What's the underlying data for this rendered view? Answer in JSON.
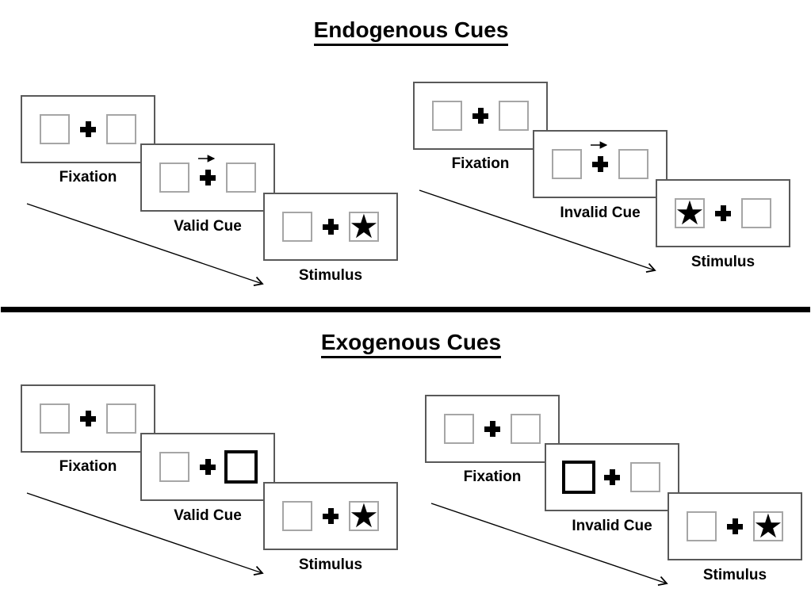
{
  "colors": {
    "background": "#ffffff",
    "text": "#000000",
    "card_border": "#595959",
    "box_border": "#a6a6a6",
    "highlight_border": "#000000",
    "divider": "#000000"
  },
  "icons": {
    "star_glyph": "★",
    "fixation_cross": "heavy-plus-cross",
    "cue_arrow": "right-arrow",
    "timeline_arrow": "diagonal-down-right-arrow"
  },
  "sections": [
    {
      "title": "Endogenous Cues",
      "cue_type": "central arrow cue above fixation cross",
      "groups": [
        {
          "name": "valid-trial",
          "cards": [
            {
              "label": "Fixation",
              "left_box": "empty",
              "center": "fixation-cross",
              "right_box": "empty"
            },
            {
              "label": "Valid Cue",
              "left_box": "empty",
              "center": "fixation-cross with right-arrow above",
              "right_box": "empty"
            },
            {
              "label": "Stimulus",
              "left_box": "empty",
              "center": "fixation-cross",
              "right_box": "star"
            }
          ]
        },
        {
          "name": "invalid-trial",
          "cards": [
            {
              "label": "Fixation",
              "left_box": "empty",
              "center": "fixation-cross",
              "right_box": "empty"
            },
            {
              "label": "Invalid Cue",
              "left_box": "empty",
              "center": "fixation-cross with right-arrow above",
              "right_box": "empty"
            },
            {
              "label": "Stimulus",
              "left_box": "star",
              "center": "fixation-cross",
              "right_box": "empty"
            }
          ]
        }
      ]
    },
    {
      "title": "Exogenous Cues",
      "cue_type": "peripheral highlighted box cue",
      "groups": [
        {
          "name": "valid-trial",
          "cards": [
            {
              "label": "Fixation",
              "left_box": "empty",
              "center": "fixation-cross",
              "right_box": "empty"
            },
            {
              "label": "Valid Cue",
              "left_box": "empty",
              "center": "fixation-cross",
              "right_box": "highlighted-box"
            },
            {
              "label": "Stimulus",
              "left_box": "empty",
              "center": "fixation-cross",
              "right_box": "star"
            }
          ]
        },
        {
          "name": "invalid-trial",
          "cards": [
            {
              "label": "Fixation",
              "left_box": "empty",
              "center": "fixation-cross",
              "right_box": "empty"
            },
            {
              "label": "Invalid Cue",
              "left_box": "highlighted-box",
              "center": "fixation-cross",
              "right_box": "empty"
            },
            {
              "label": "Stimulus",
              "left_box": "empty",
              "center": "fixation-cross",
              "right_box": "star"
            }
          ]
        }
      ]
    }
  ]
}
